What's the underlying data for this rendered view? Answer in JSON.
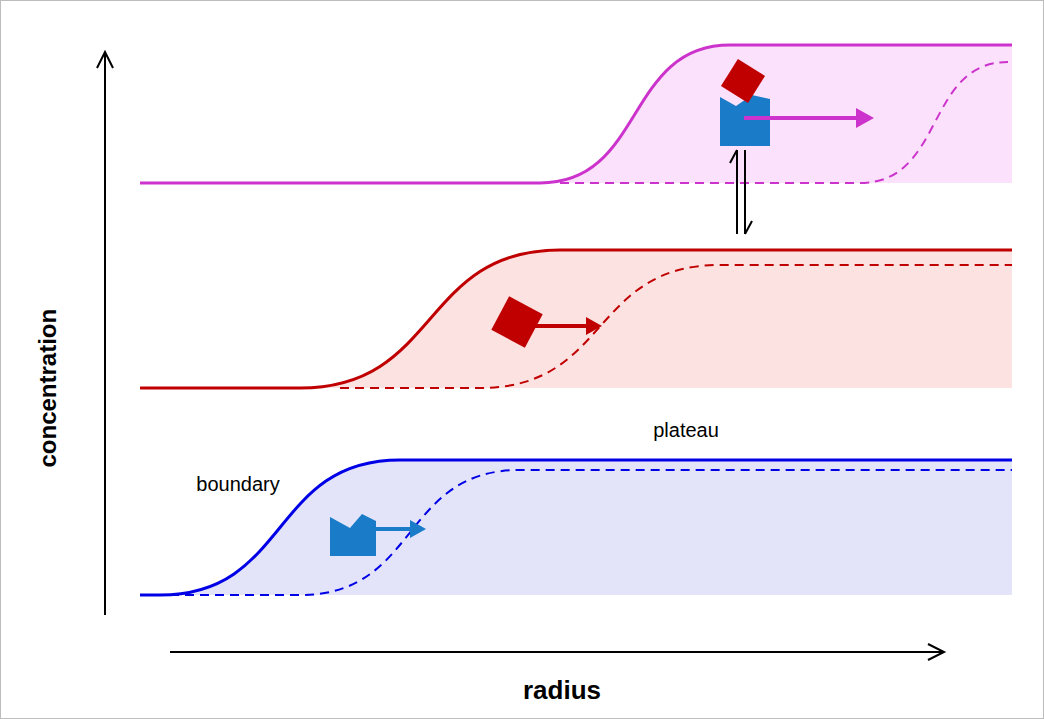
{
  "diagram": {
    "labels": [
      "concentration",
      "radius",
      "boundary",
      "plateau"
    ]
  }
}
